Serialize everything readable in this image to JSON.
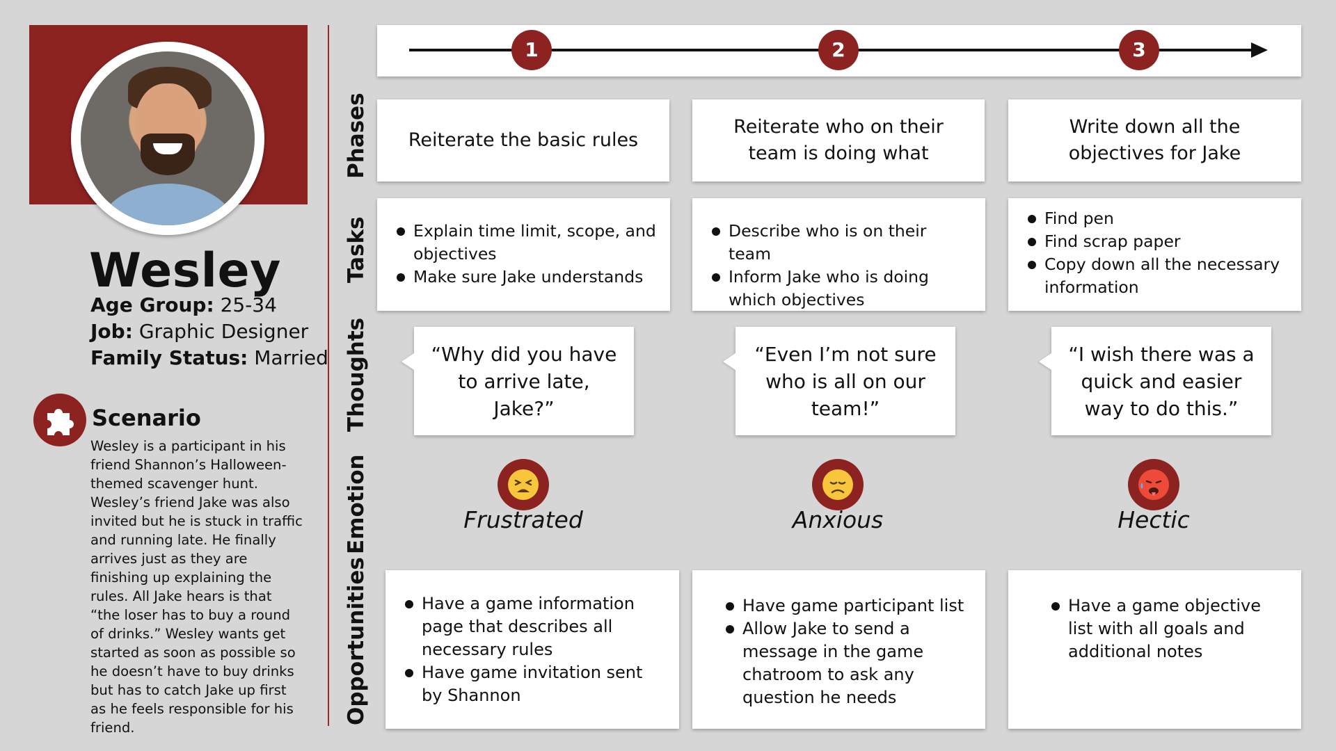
{
  "persona": {
    "name": "Wesley",
    "age_label": "Age Group:",
    "age_value": "25-34",
    "job_label": "Job:",
    "job_value": "Graphic Designer",
    "family_label": "Family Status:",
    "family_value": "Married",
    "scenario_title": "Scenario",
    "scenario_text": "Wesley is a participant in his friend Shannon’s Halloween-themed scavenger hunt. Wesley’s friend Jake was also invited but he is stuck in traffic and running late.  He finally arrives just as they are finishing up explaining the rules.  All Jake hears is that “the loser has to buy a round of drinks.”  Wesley wants get started as soon as possible so he doesn’t have to buy drinks but has to catch Jake up first as he feels responsible for his friend."
  },
  "timeline": {
    "markers": [
      "1",
      "2",
      "3"
    ]
  },
  "row_labels": {
    "phases": "Phases",
    "tasks": "Tasks",
    "thoughts": "Thoughts",
    "emotion": "Emotion",
    "opportunities": "Opportunities"
  },
  "phases": [
    "Reiterate the basic rules",
    "Reiterate who on their team is doing what",
    "Write down all the objectives for Jake"
  ],
  "tasks": [
    [
      "Explain time limit, scope, and objectives",
      "Make sure Jake understands"
    ],
    [
      "Describe who is on their team",
      "Inform Jake who is doing which objectives"
    ],
    [
      "Find pen",
      "Find scrap paper",
      "Copy down all the necessary information"
    ]
  ],
  "thoughts": [
    "“Why did you have to arrive late, Jake?”",
    "“Even I’m not sure who is all on our team!”",
    "“I wish there was a quick and easier way to do this.”"
  ],
  "emotions": [
    {
      "label": "Frustrated",
      "icon": "tired-face-icon"
    },
    {
      "label": "Anxious",
      "icon": "disappointed-face-icon"
    },
    {
      "label": "Hectic",
      "icon": "hot-face-icon"
    }
  ],
  "opportunities": [
    [
      "Have a game information page that describes all necessary rules",
      "Have game invitation sent by Shannon"
    ],
    [
      "Have game participant list",
      "Allow Jake to send a message in the game chatroom to ask any question he needs"
    ],
    [
      "Have a game objective list with all goals and additional notes"
    ]
  ],
  "colors": {
    "accent": "#8c2321",
    "background": "#d7d6d7",
    "card": "#ffffff"
  }
}
